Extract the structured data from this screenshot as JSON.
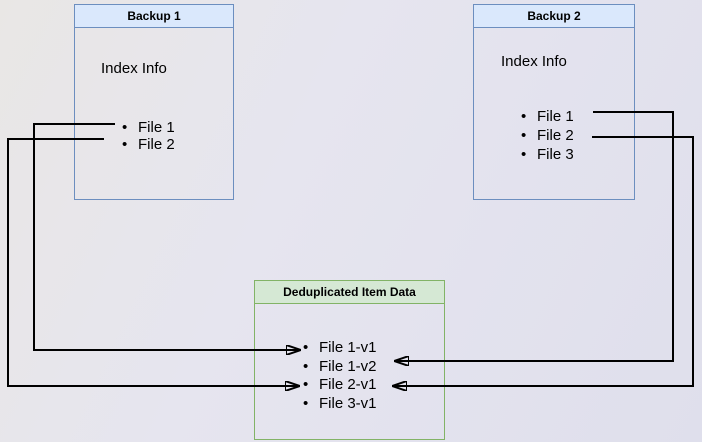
{
  "colors": {
    "canvas_top": "#e9e7e5",
    "canvas_bottom": "#dfdfec",
    "blue_fill": "#dae8fc",
    "blue_border": "#6c8ebf",
    "green_fill": "#d5e8d4",
    "green_border": "#82b366",
    "connector": "#000000",
    "text": "#000000"
  },
  "backup1": {
    "title": "Backup 1",
    "subtitle": "Index Info",
    "files": [
      "File 1",
      "File 2"
    ]
  },
  "backup2": {
    "title": "Backup 2",
    "subtitle": "Index Info",
    "files": [
      "File 1",
      "File 2",
      "File 3"
    ]
  },
  "dedup": {
    "title": "Deduplicated Item Data",
    "items": [
      "File 1-v1",
      "File 1-v2",
      "File 2-v1",
      "File 3-v1"
    ]
  },
  "connections": [
    {
      "from": "Backup 1 / File 1",
      "to": "Deduplicated Item Data / File 1-v1"
    },
    {
      "from": "Backup 1 / File 2",
      "to": "Deduplicated Item Data / File 2-v1"
    },
    {
      "from": "Backup 2 / File 1",
      "to": "Deduplicated Item Data / File 1-v2"
    },
    {
      "from": "Backup 2 / File 2",
      "to": "Deduplicated Item Data / File 2-v1"
    }
  ]
}
